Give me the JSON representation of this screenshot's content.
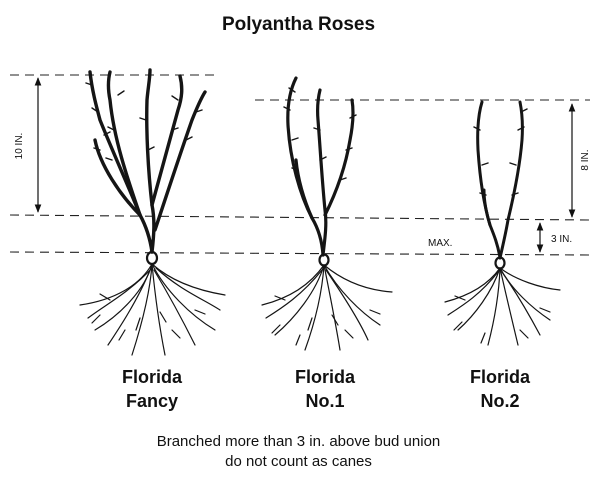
{
  "title": "Polyantha Roses",
  "dimensions": {
    "fancy_height": "10 IN.",
    "grade2_height": "8 IN.",
    "max_label": "MAX.",
    "max_value": "3 IN."
  },
  "plants": [
    {
      "line1": "Florida",
      "line2": "Fancy"
    },
    {
      "line1": "Florida",
      "line2": "No.1"
    },
    {
      "line1": "Florida",
      "line2": "No.2"
    }
  ],
  "caption": {
    "line1": "Branched more than 3 in. above bud union",
    "line2": "do not count as canes"
  }
}
